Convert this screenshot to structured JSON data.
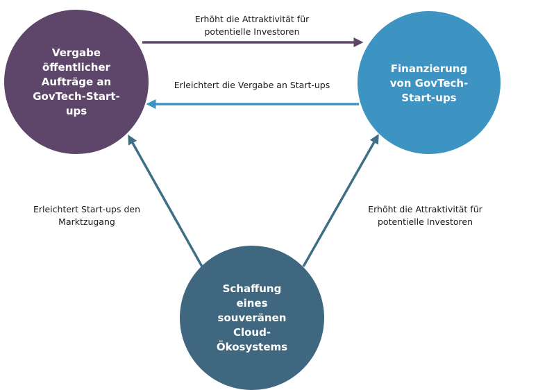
{
  "nodes": {
    "procurement": {
      "label": "Vergabe\nöffentlicher\nAufträge an\nGovTech-Start-\nups",
      "color": "#5e466b"
    },
    "financing": {
      "label": "Finanzierung\nvon GovTech-\nStart-ups",
      "color": "#3d93c2"
    },
    "cloud": {
      "label": "Schaffung\neines\nsouveränen\nCloud-\nÖkosystems",
      "color": "#3f677f"
    }
  },
  "edges": {
    "procurement_to_financing": {
      "label": "Erhöht die Attraktivität für\npotentielle Investoren",
      "color": "#5e466b"
    },
    "financing_to_procurement": {
      "label": "Erleichtert die Vergabe an Start-ups",
      "color": "#3d93c2"
    },
    "cloud_to_procurement": {
      "label": "Erleichtert Start-ups den\nMarktzugang",
      "color": "#3f6f86"
    },
    "cloud_to_financing": {
      "label": "Erhöht die Attraktivität für\npotentielle Investoren",
      "color": "#3f6f86"
    }
  }
}
